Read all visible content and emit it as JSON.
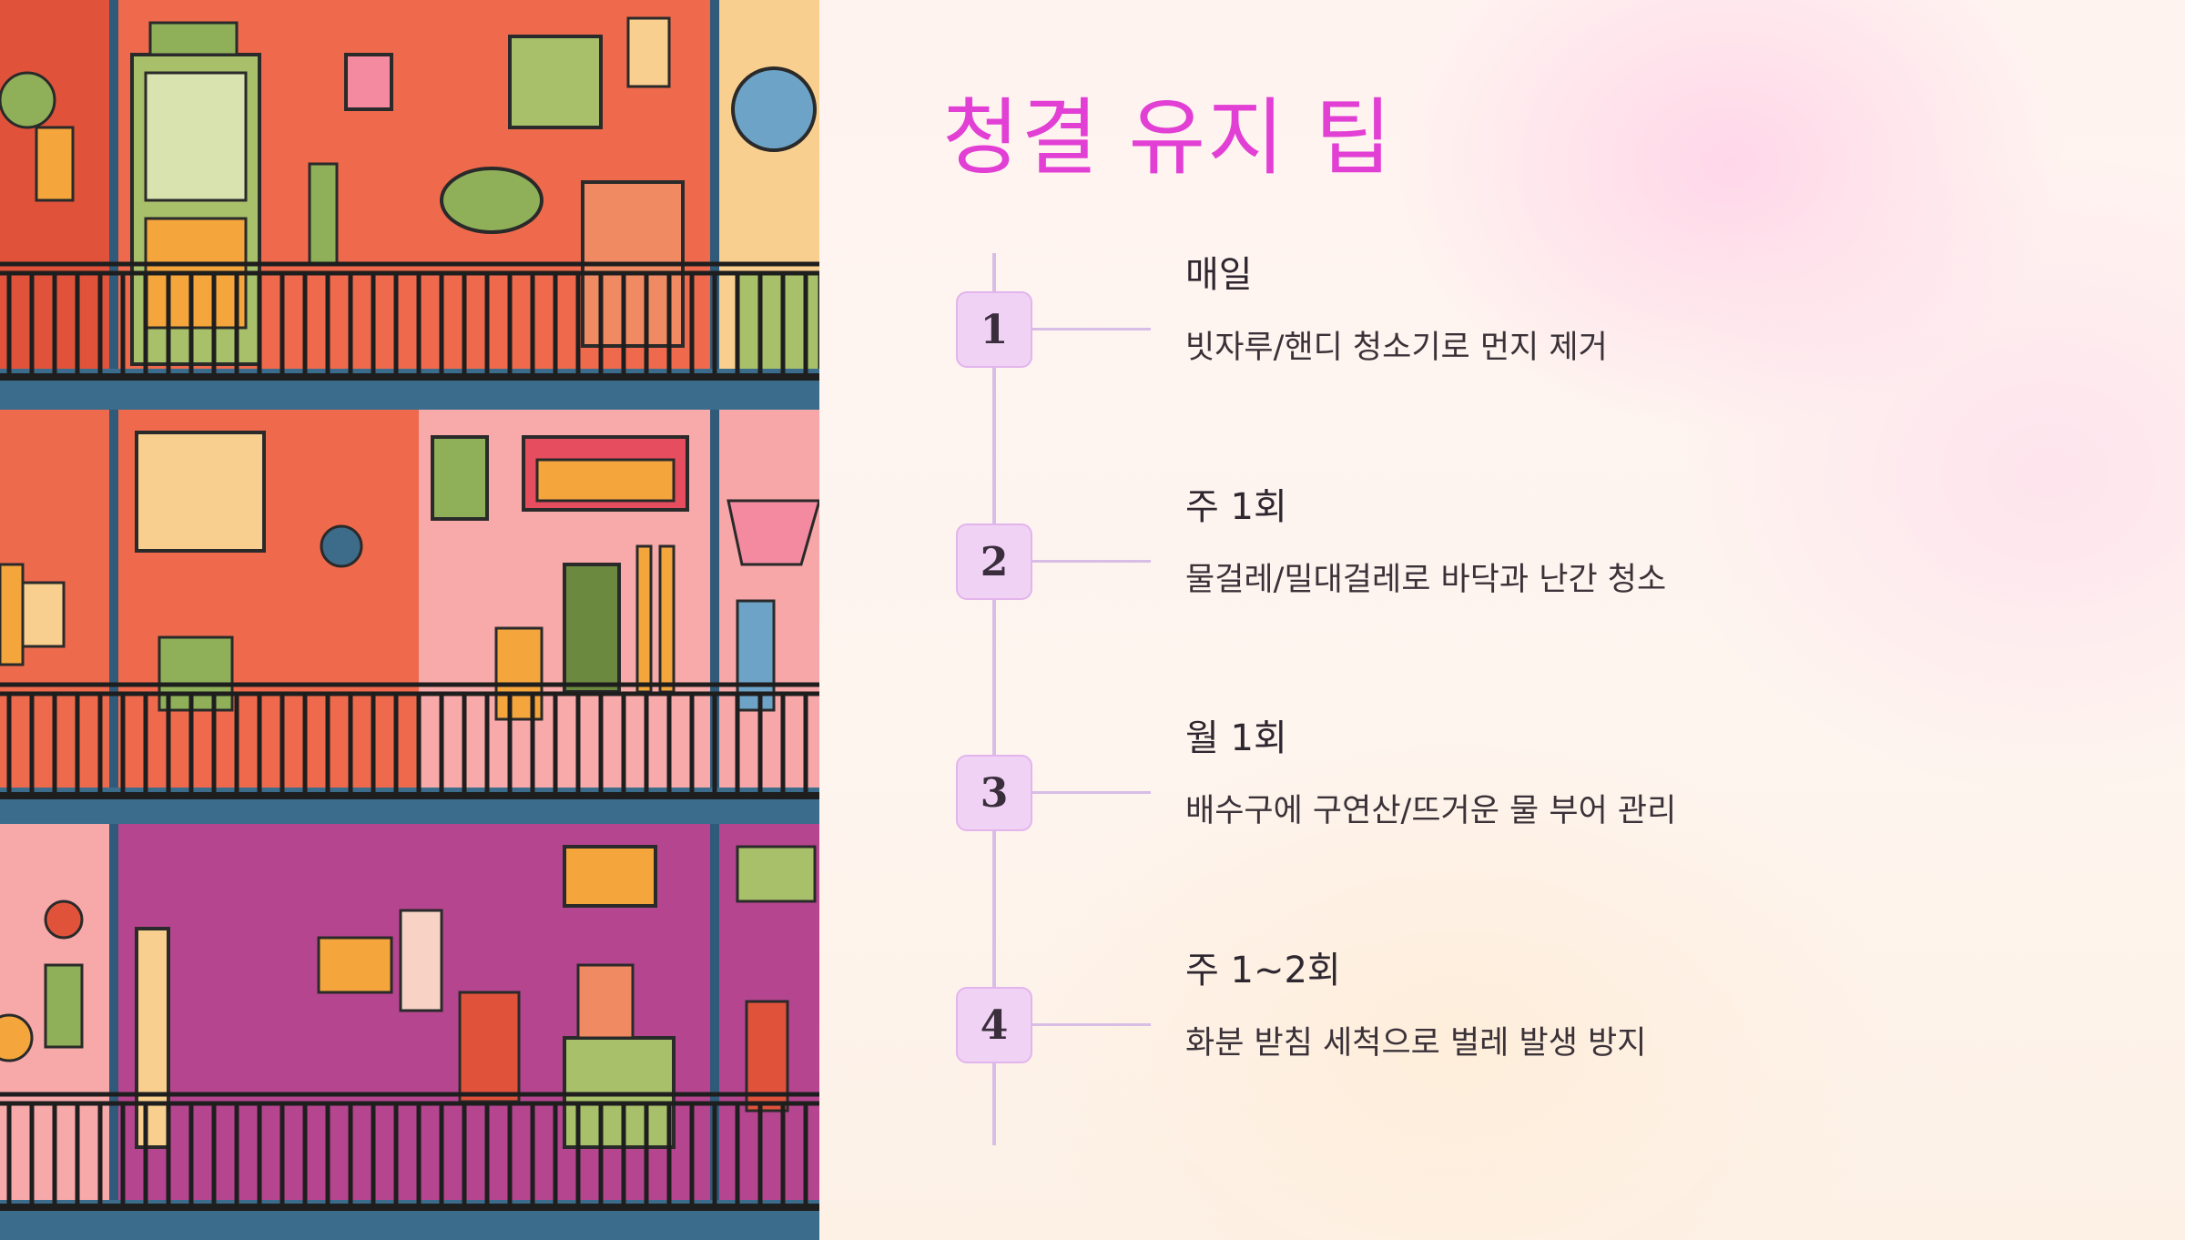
{
  "slide": {
    "title": "청결 유지 팁",
    "steps": [
      {
        "number": "1",
        "heading": "매일",
        "description": "빗자루/핸디 청소기로 먼지 제거"
      },
      {
        "number": "2",
        "heading": "주 1회",
        "description": "물걸레/밀대걸레로 바닥과 난간 청소"
      },
      {
        "number": "3",
        "heading": "월 1회",
        "description": "배수구에 구연산/뜨거운 물 부어 관리"
      },
      {
        "number": "4",
        "heading": "주 1~2회",
        "description": "화분 받침 세척으로 벌레 발생 방지"
      }
    ]
  },
  "colors": {
    "title": "#e23fd5",
    "badge_fill": "#f0d2f5",
    "badge_border": "#e2b5ec",
    "timeline": "#d8bde6",
    "text": "#2e2730"
  }
}
